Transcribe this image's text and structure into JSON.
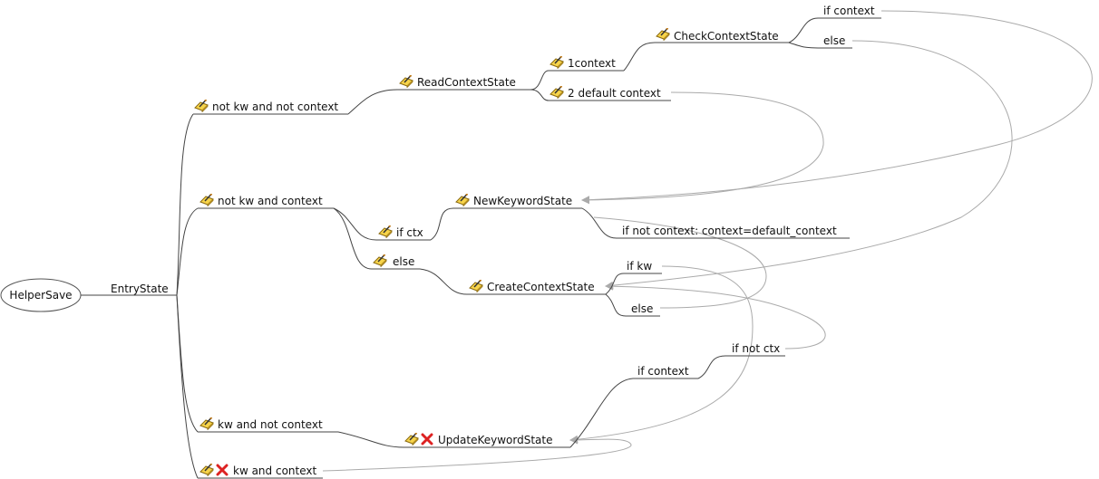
{
  "colors": {
    "branch_line": "#444444",
    "link_line": "#aaaaaa",
    "text": "#111111",
    "note_body": "#f7d44a",
    "note_edge": "#8a6a10",
    "cross": "#dd2222"
  },
  "icons": {
    "note": "edit-note-icon",
    "cross": "cross-icon"
  },
  "root": {
    "label": "HelperSave"
  },
  "entry": {
    "label": "EntryState"
  },
  "branches": {
    "not_kw_not_context": "not kw and not context",
    "not_kw_and_context": "not kw and context",
    "kw_and_not_context": "kw and not context",
    "kw_and_context": "kw and context"
  },
  "states": {
    "read_context": "ReadContextState",
    "check_context": "CheckContextState",
    "new_keyword": "NewKeywordState",
    "create_context": "CreateContextState",
    "update_keyword": "UpdateKeywordState"
  },
  "conditions": {
    "one_context": "1context",
    "two_default_context": "2 default context",
    "if_context_top": "if context",
    "else_top": "else",
    "if_ctx": "if ctx",
    "else_mid": "else",
    "if_not_context_default": "if not context: context=default_context",
    "if_kw": "if kw",
    "else_create": "else",
    "if_not_ctx": "if not ctx",
    "if_context_bottom": "if context"
  }
}
